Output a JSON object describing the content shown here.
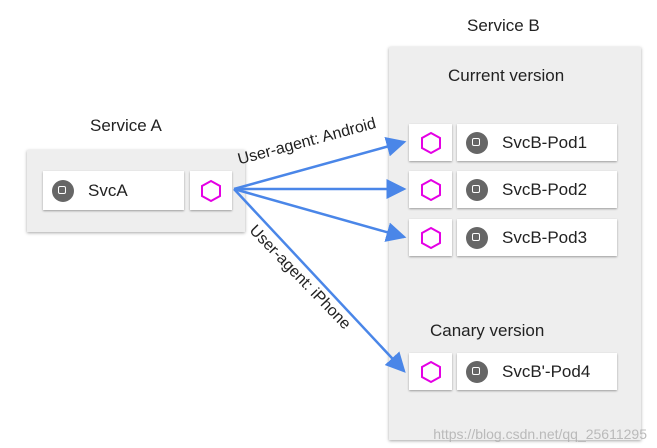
{
  "service_a": {
    "title": "Service A",
    "pod_name": "SvcA"
  },
  "service_b": {
    "title": "Service B",
    "current_version_label": "Current version",
    "canary_version_label": "Canary  version",
    "pods": [
      {
        "name": "SvcB-Pod1"
      },
      {
        "name": "SvcB-Pod2"
      },
      {
        "name": "SvcB-Pod3"
      },
      {
        "name": "SvcB'-Pod4"
      }
    ]
  },
  "routes": {
    "android_label": "User-agent: Android",
    "iphone_label": "User-agent: iPhone"
  },
  "colors": {
    "arrow": "#4a86e8",
    "sidecar_hex": "#e400e4",
    "chip": "#666666",
    "group_bg": "#eeeeee"
  },
  "icons": {
    "pod": "pod-chip-icon",
    "sidecar": "hexagon-icon"
  },
  "watermark": "https://blog.csdn.net/qq_25611295"
}
